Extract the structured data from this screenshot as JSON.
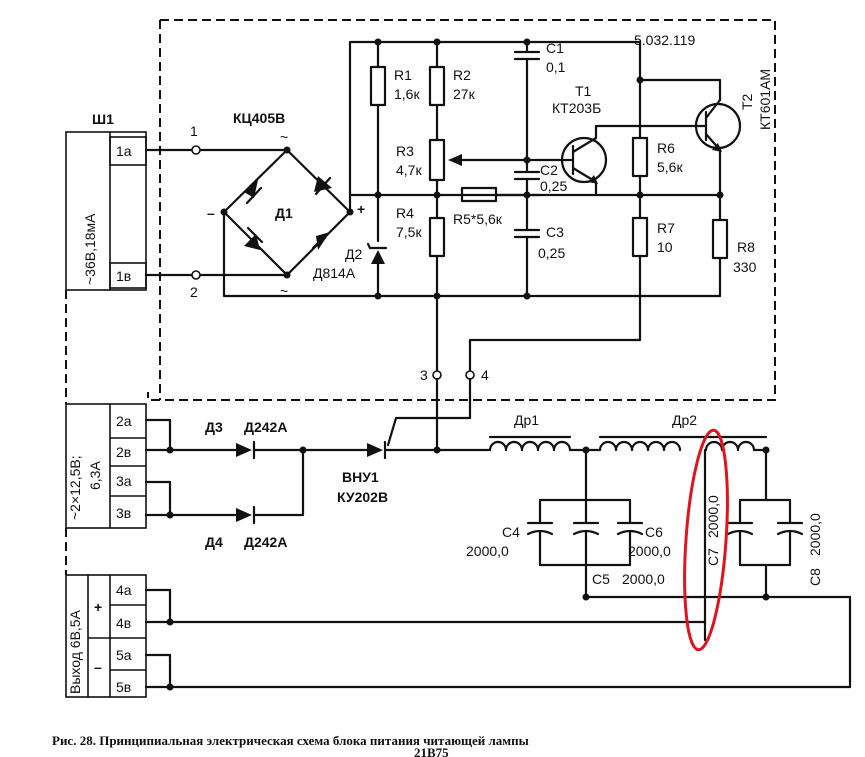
{
  "doc_number": "5.032.119",
  "connectors": {
    "sh1": "Ш1",
    "sh1_spec": "~36В,18мА",
    "sh1_pins": [
      "1а",
      "1в"
    ],
    "input_spec": "~2×12,5В;\n6,3А",
    "input_pins": [
      "2а",
      "2в",
      "3а",
      "3в"
    ],
    "output_spec": "Выход 6В,5А",
    "output_pins": [
      "4а",
      "4в",
      "5а",
      "5в"
    ],
    "plus": "+",
    "minus": "–"
  },
  "terminals": {
    "t1": "1",
    "t2": "2",
    "t3": "3",
    "t4": "4"
  },
  "bridge": {
    "name": "КЦ405В",
    "label": "Д1",
    "tilde": "~",
    "plus": "+",
    "minus": "–"
  },
  "components": {
    "r1": "R1",
    "r1_val": "1,6к",
    "r2": "R2",
    "r2_val": "27к",
    "r3": "R3",
    "r3_val": "4,7к",
    "r4": "R4",
    "r4_val": "7,5к",
    "r5": "R5*5,6к",
    "r6": "R6",
    "r6_val": "5,6к",
    "r7": "R7",
    "r7_val": "10",
    "r8": "R8",
    "r8_val": "330",
    "c1": "С1",
    "c1_val": "0,1",
    "c2": "С2",
    "c2_val": "0,25",
    "c3": "С3",
    "c3_val": "0,25",
    "t1": "Т1",
    "t1_type": "КТ203Б",
    "t2": "Т2",
    "t2_type": "КТ601АМ",
    "d2": "Д2",
    "d2_type": "Д814А",
    "d3": "Д3",
    "d3_type": "Д242А",
    "d4": "Д4",
    "d4_type": "Д242А",
    "vnu1": "ВНУ1",
    "vnu1_type": "КУ202В",
    "dr1": "Др1",
    "dr2": "Др2",
    "c4": "С4",
    "c4_val": "2000,0",
    "c5": "С5",
    "c5_val": "2000,0",
    "c6": "С6",
    "c6_val": "2000,0",
    "c7": "С7",
    "c7_val": "2000,0",
    "c8": "С8",
    "c8_val": "2000,0"
  },
  "caption": "Рис. 28. Принципиальная электрическая схема блока питания читающей лампы",
  "caption_model": "21В75",
  "colors": {
    "ink": "#111111",
    "highlight": "#e0141e",
    "background": "#ffffff"
  }
}
